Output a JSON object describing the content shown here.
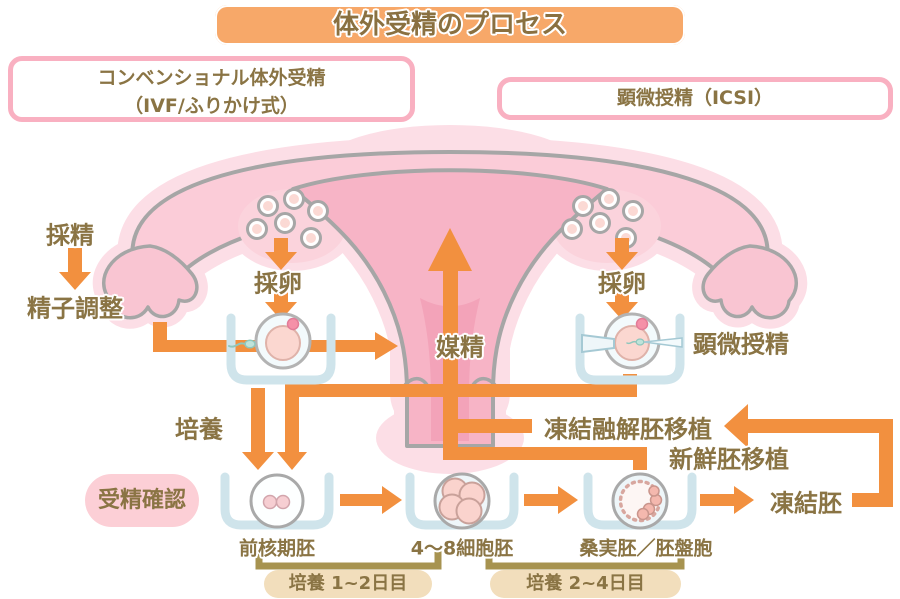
{
  "title": "体外受精のプロセス",
  "method_boxes": {
    "conventional": {
      "line1": "コンベンショナル体外受精",
      "line2": "（IVF/ふりかけ式）"
    },
    "icsi": {
      "label": "顕微授精（ICSI）"
    }
  },
  "labels": {
    "sperm_collection": "採精",
    "sperm_preparation": "精子調整",
    "insemination": "媒精",
    "egg_retrieval_left": "採卵",
    "egg_retrieval_right": "採卵",
    "icsi_injection": "顕微授精",
    "culture": "培養",
    "fertilization_check": "受精確認",
    "frozen_thawed_transfer": "凍結融解胚移植",
    "fresh_transfer": "新鮮胚移植",
    "frozen_embryo": "凍結胚"
  },
  "embryo_stages": [
    {
      "label": "前核期胚"
    },
    {
      "label": "4～8細胞胚"
    },
    {
      "label": "桑実胚／胚盤胞"
    }
  ],
  "culture_periods": [
    {
      "label": "培養 1~2日目"
    },
    {
      "label": "培養 2~4日目"
    }
  ],
  "icons": [
    "uterus-illustration",
    "ovary-follicles-icon",
    "sperm-icon",
    "egg-icon",
    "icsi-pipette-icon",
    "icsi-needle-icon",
    "culture-dish-icon",
    "pronuclear-embryo-icon",
    "cleavage-embryo-icon",
    "blastocyst-icon",
    "flow-arrow-icon",
    "culture-period-bracket"
  ],
  "colors": {
    "arrow_orange": "#f2903f",
    "banner_orange": "#f7a869",
    "text_brown": "#8a7444",
    "box_border_pink": "#f9b0c1",
    "pill_pink": "#fccfd6",
    "dish_blue": "#cfe4eb",
    "uterus_body_pink": "#f7b4c6",
    "tube_pink": "#fbccd8",
    "halo_pink": "#fcdee6",
    "canal_pink": "#f3a3b9",
    "outline_grey": "#a6a6a6",
    "bracket_olive": "#a79350",
    "bracket_pill_tan": "#f2debc",
    "sperm_teal": "#bfe3da"
  }
}
